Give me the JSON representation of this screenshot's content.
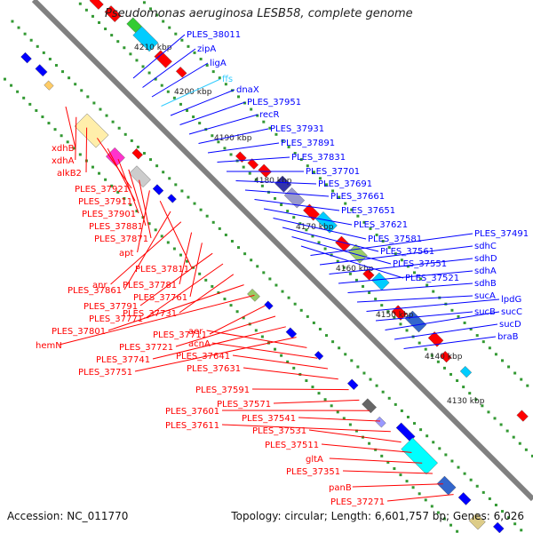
{
  "header": {
    "title": "Pseudomonas aeruginosa LESB58, complete genome"
  },
  "footer": {
    "accession": "Accession: NC_011770",
    "summary": "Topology: circular; Length: 6,601,757 bp; Genes: 6,026"
  },
  "colors": {
    "forward": "#ff0000",
    "reverse": "#0000ff",
    "rna": "#33ccff",
    "axis": "#808080",
    "dots": "#339933"
  },
  "ticks": [
    "4130 kbp",
    "4140 kbp",
    "4150 kbp",
    "4160 kbp",
    "4170 kbp",
    "4180 kbp",
    "4190 kbp",
    "4200 kbp",
    "4210 kbp"
  ],
  "reverse_labels": [
    "PLES_38011",
    "zipA",
    "ligA",
    "ffs",
    "dnaX",
    "PLES_37951",
    "recR",
    "PLES_37931",
    "PLES_37891",
    "PLES_37831",
    "PLES_37701",
    "PLES_37691",
    "PLES_37661",
    "PLES_37651",
    "PLES_37621",
    "PLES_37581",
    "PLES_37561",
    "PLES_37551",
    "PLES_37521",
    "PLES_37491",
    "sdhC",
    "sdhD",
    "sdhA",
    "sdhB",
    "sucA",
    "lpdG",
    "sucB",
    "sucC",
    "sucD",
    "braB"
  ],
  "forward_labels": [
    "xdhB",
    "xdhA",
    "alkB2",
    "PLES_37921",
    "PLES_37911",
    "PLES_37901",
    "PLES_37881",
    "PLES_37871",
    "apt",
    "PLES_37811",
    "PLES_37861",
    "anr",
    "PLES_37781",
    "PLES_37761",
    "PLES_37791",
    "PLES_37771",
    "PLES_37731",
    "PLES_37801",
    "hemN",
    "PLES_37711",
    "PLES_37721",
    "PLES_37741",
    "PLES_37751",
    "aer",
    "acnA",
    "PLES_37641",
    "PLES_37631",
    "PLES_37591",
    "PLES_37571",
    "PLES_37601",
    "PLES_37541",
    "PLES_37611",
    "PLES_37531",
    "PLES_37511",
    "gltA",
    "PLES_37351",
    "panB",
    "PLES_37271"
  ]
}
